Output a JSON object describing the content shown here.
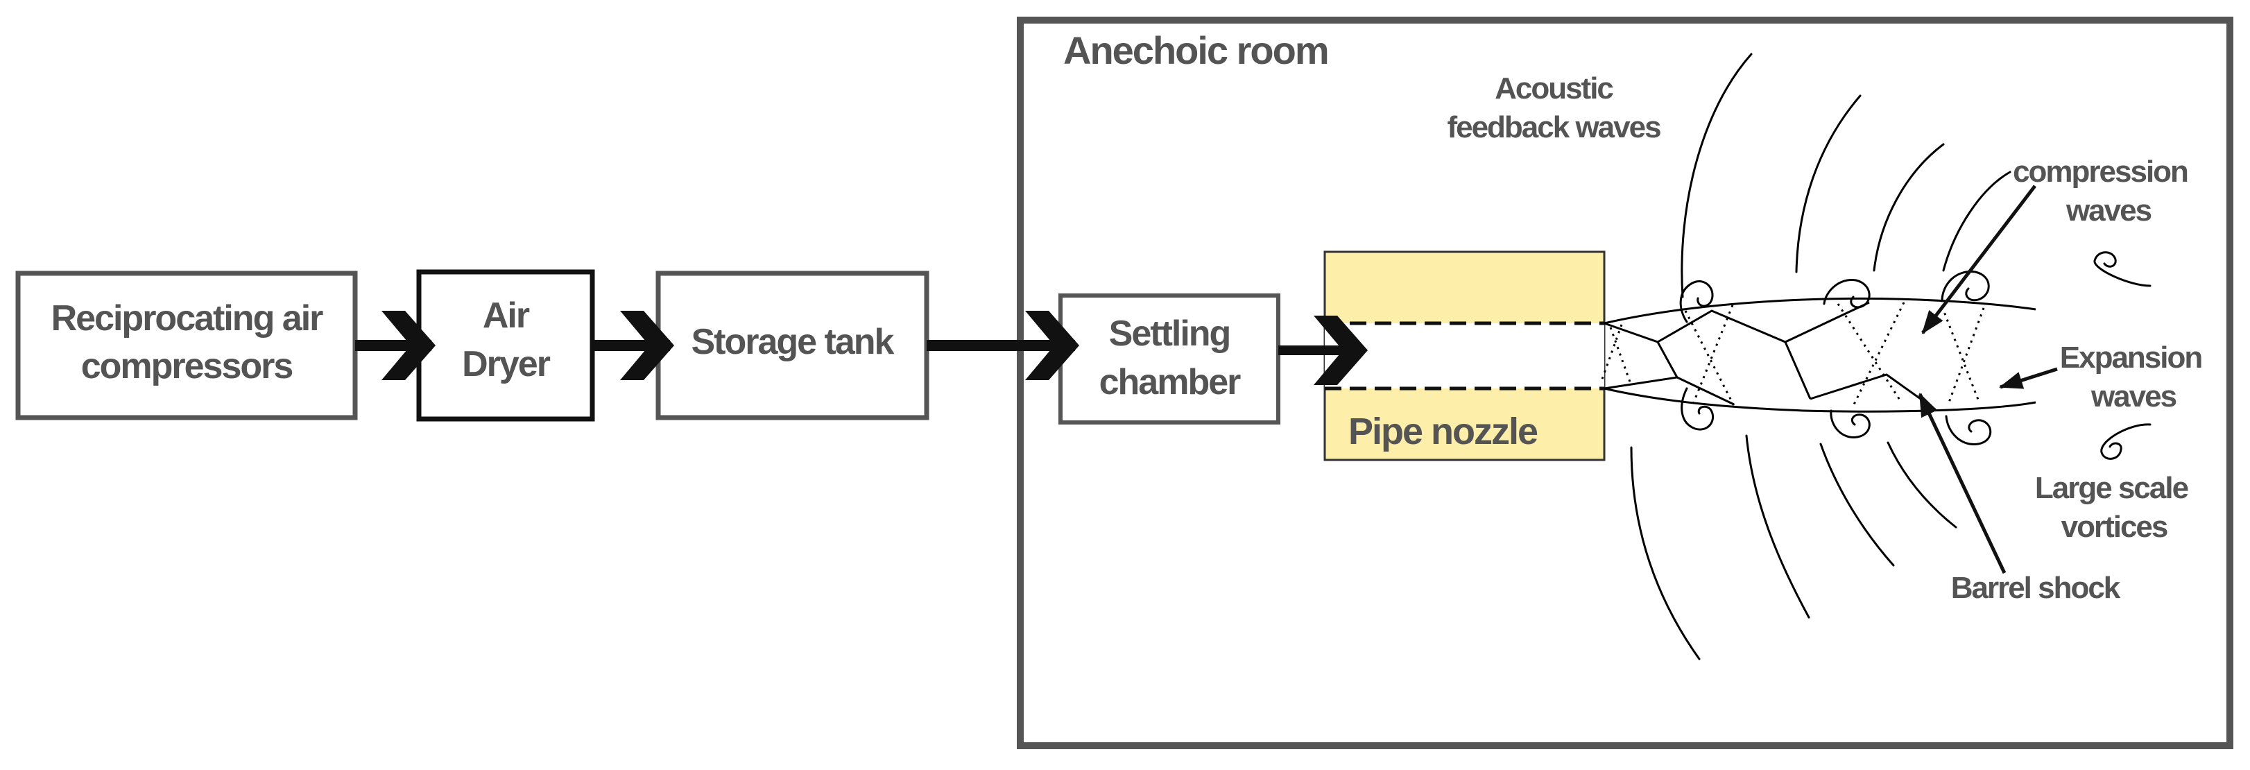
{
  "diagram": {
    "boxes": {
      "compressors": [
        "Reciprocating air",
        "compressors"
      ],
      "dryer": [
        "Air",
        "Dryer"
      ],
      "storage_tank": [
        "Storage tank"
      ],
      "settling_chamber": [
        "Settling",
        "chamber"
      ]
    },
    "room": {
      "title": "Anechoic room"
    },
    "nozzle": {
      "label": "Pipe nozzle",
      "fill_color": "#fdeeaa"
    },
    "annotations": {
      "acoustic": [
        "Acoustic",
        "feedback waves"
      ],
      "compression": [
        "compression",
        "waves"
      ],
      "expansion": [
        "Expansion",
        "waves"
      ],
      "vortices": [
        "Large scale",
        "vortices"
      ],
      "barrel": [
        "Barrel shock"
      ]
    },
    "colors": {
      "box_border": "#555555",
      "dryer_border": "#111111",
      "label_text": "#545454",
      "arrow": "#111111"
    }
  }
}
